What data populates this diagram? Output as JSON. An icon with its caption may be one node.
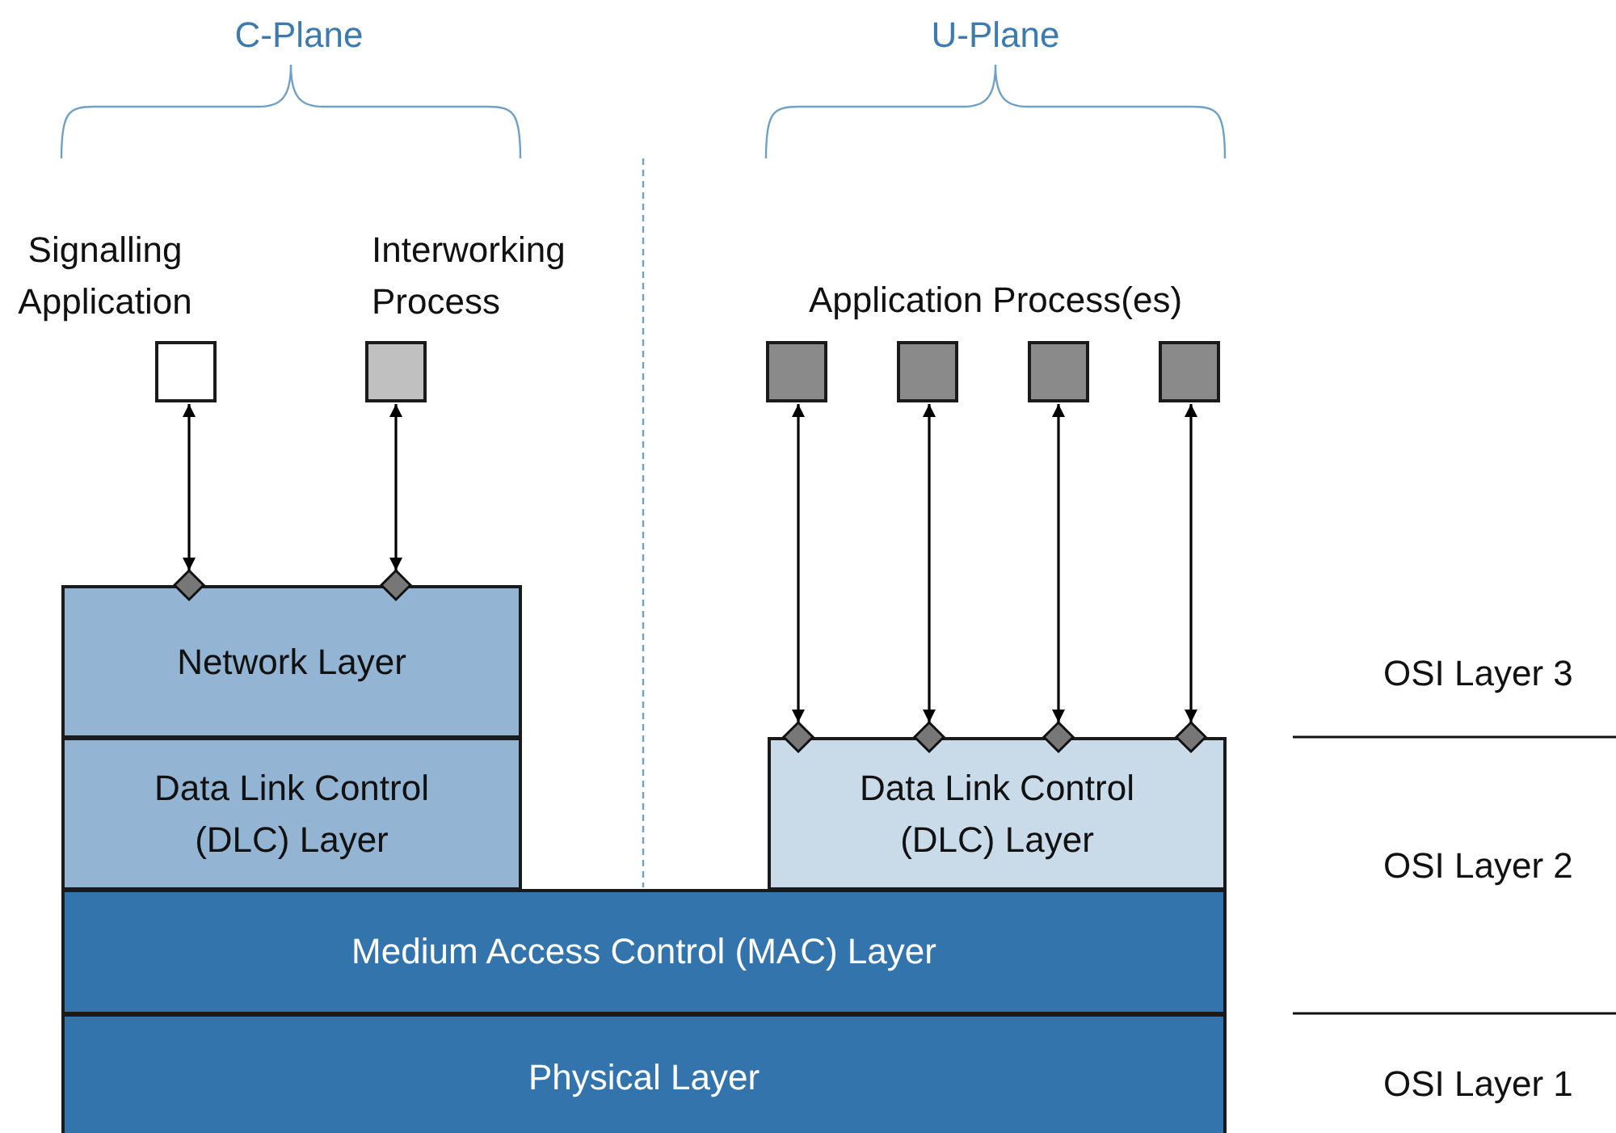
{
  "diagram": {
    "nodes": [
      {
        "text": [
          "Signalling Application"
        ]
      },
      {
        "text": [
          "Interworking Process"
        ]
      },
      {
        "text": [],
        "shape": "box"
      },
      {
        "text": [],
        "shape": "box"
      },
      {
        "text": [],
        "shape": "box"
      },
      {
        "text": [],
        "shape": "box"
      },
      {
        "text": [
          "Network Layer"
        ]
      },
      {
        "text": [
          "Data Link Control (DLC) Layer"
        ]
      },
      {
        "text": [
          "Data Link Control (DLC) Layer"
        ]
      },
      {
        "text": [
          "Medium Access Control (MAC) Layer"
        ]
      },
      {
        "text": [
          "Physical Layer"
        ]
      },
      {
        "text": [],
        "shape": "diamond"
      },
      {
        "text": [],
        "shape": "diamond"
      },
      {
        "text": [],
        "shape": "diamond"
      },
      {
        "text": [],
        "shape": "diamond"
      },
      {
        "text": [],
        "shape": "diamond"
      },
      {
        "text": [],
        "shape": "diamond"
      }
    ],
    "edges": [
      {
        "from": 0,
        "to": 11,
        "arrow": "both"
      },
      {
        "from": 1,
        "to": 12,
        "arrow": "both"
      },
      {
        "from": 2,
        "to": 13,
        "arrow": "both"
      },
      {
        "from": 3,
        "to": 14,
        "arrow": "both"
      },
      {
        "from": 4,
        "to": 15,
        "arrow": "both"
      },
      {
        "from": 5,
        "to": 16,
        "arrow": "both"
      }
    ],
    "labels": [
      "C-Plane",
      "U-Plane",
      "Application Process(es)",
      "OSI Layer 3",
      "OSI Layer 2",
      "OSI Layer 1"
    ]
  }
}
